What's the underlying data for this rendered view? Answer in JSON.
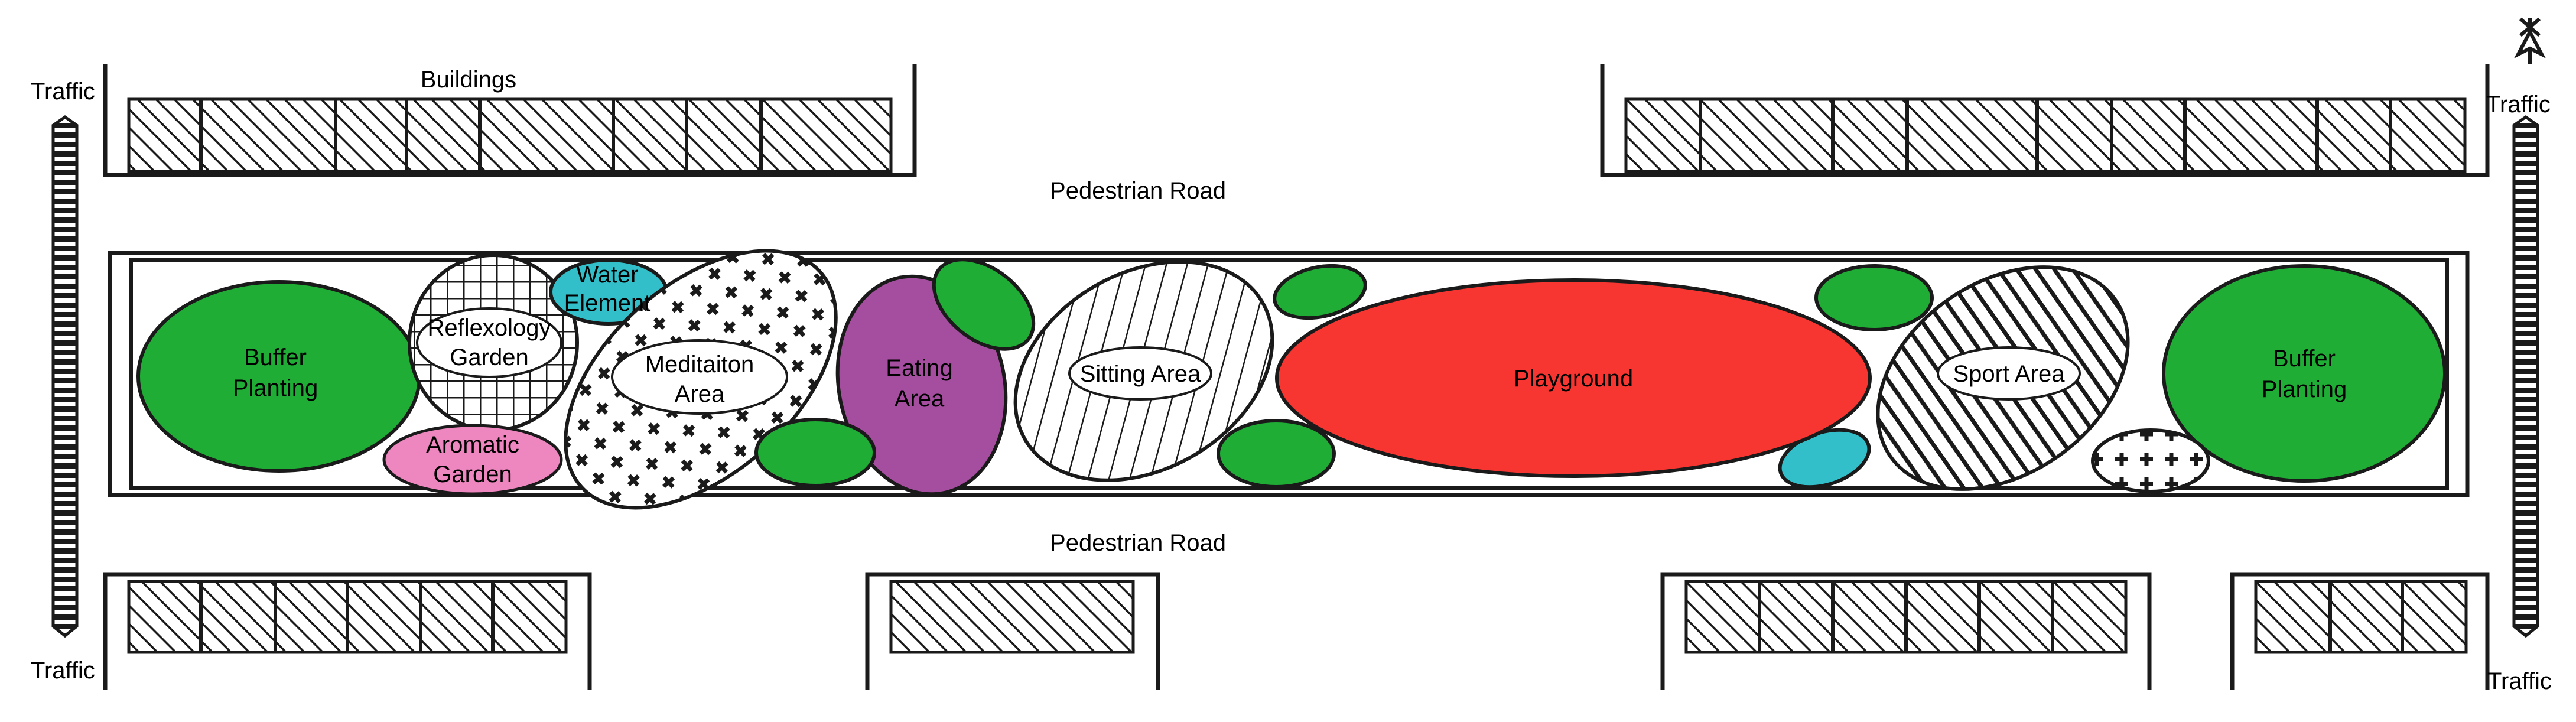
{
  "labels": {
    "buildings": "Buildings",
    "pedestrian_road_top": "Pedestrian Road",
    "pedestrian_road_bottom": "Pedestrian Road",
    "traffic_top_left": "Traffic",
    "traffic_top_right": "Traffic",
    "traffic_bottom_left": "Traffic",
    "traffic_bottom_right": "Traffic"
  },
  "zones": {
    "buffer_left": [
      "Buffer",
      "Planting"
    ],
    "reflexology": [
      "Reflexology",
      "Garden"
    ],
    "water": [
      "Water",
      "Element"
    ],
    "aromatic": [
      "Aromatic",
      "Garden"
    ],
    "meditation": [
      "Meditaiton",
      "Area"
    ],
    "eating": [
      "Eating",
      "Area"
    ],
    "sitting": [
      "Sitting Area"
    ],
    "playground": [
      "Playground"
    ],
    "sport": [
      "Sport Area"
    ],
    "buffer_right": [
      "Buffer",
      "Planting"
    ]
  },
  "colors": {
    "green": "#1fad36",
    "water": "#33bfca",
    "pink": "#ee86bf",
    "purple": "#a54d9e",
    "red": "#f73631",
    "ink": "#1a1a1a"
  },
  "icons": {
    "north_arrow": "north-arrow-icon"
  }
}
